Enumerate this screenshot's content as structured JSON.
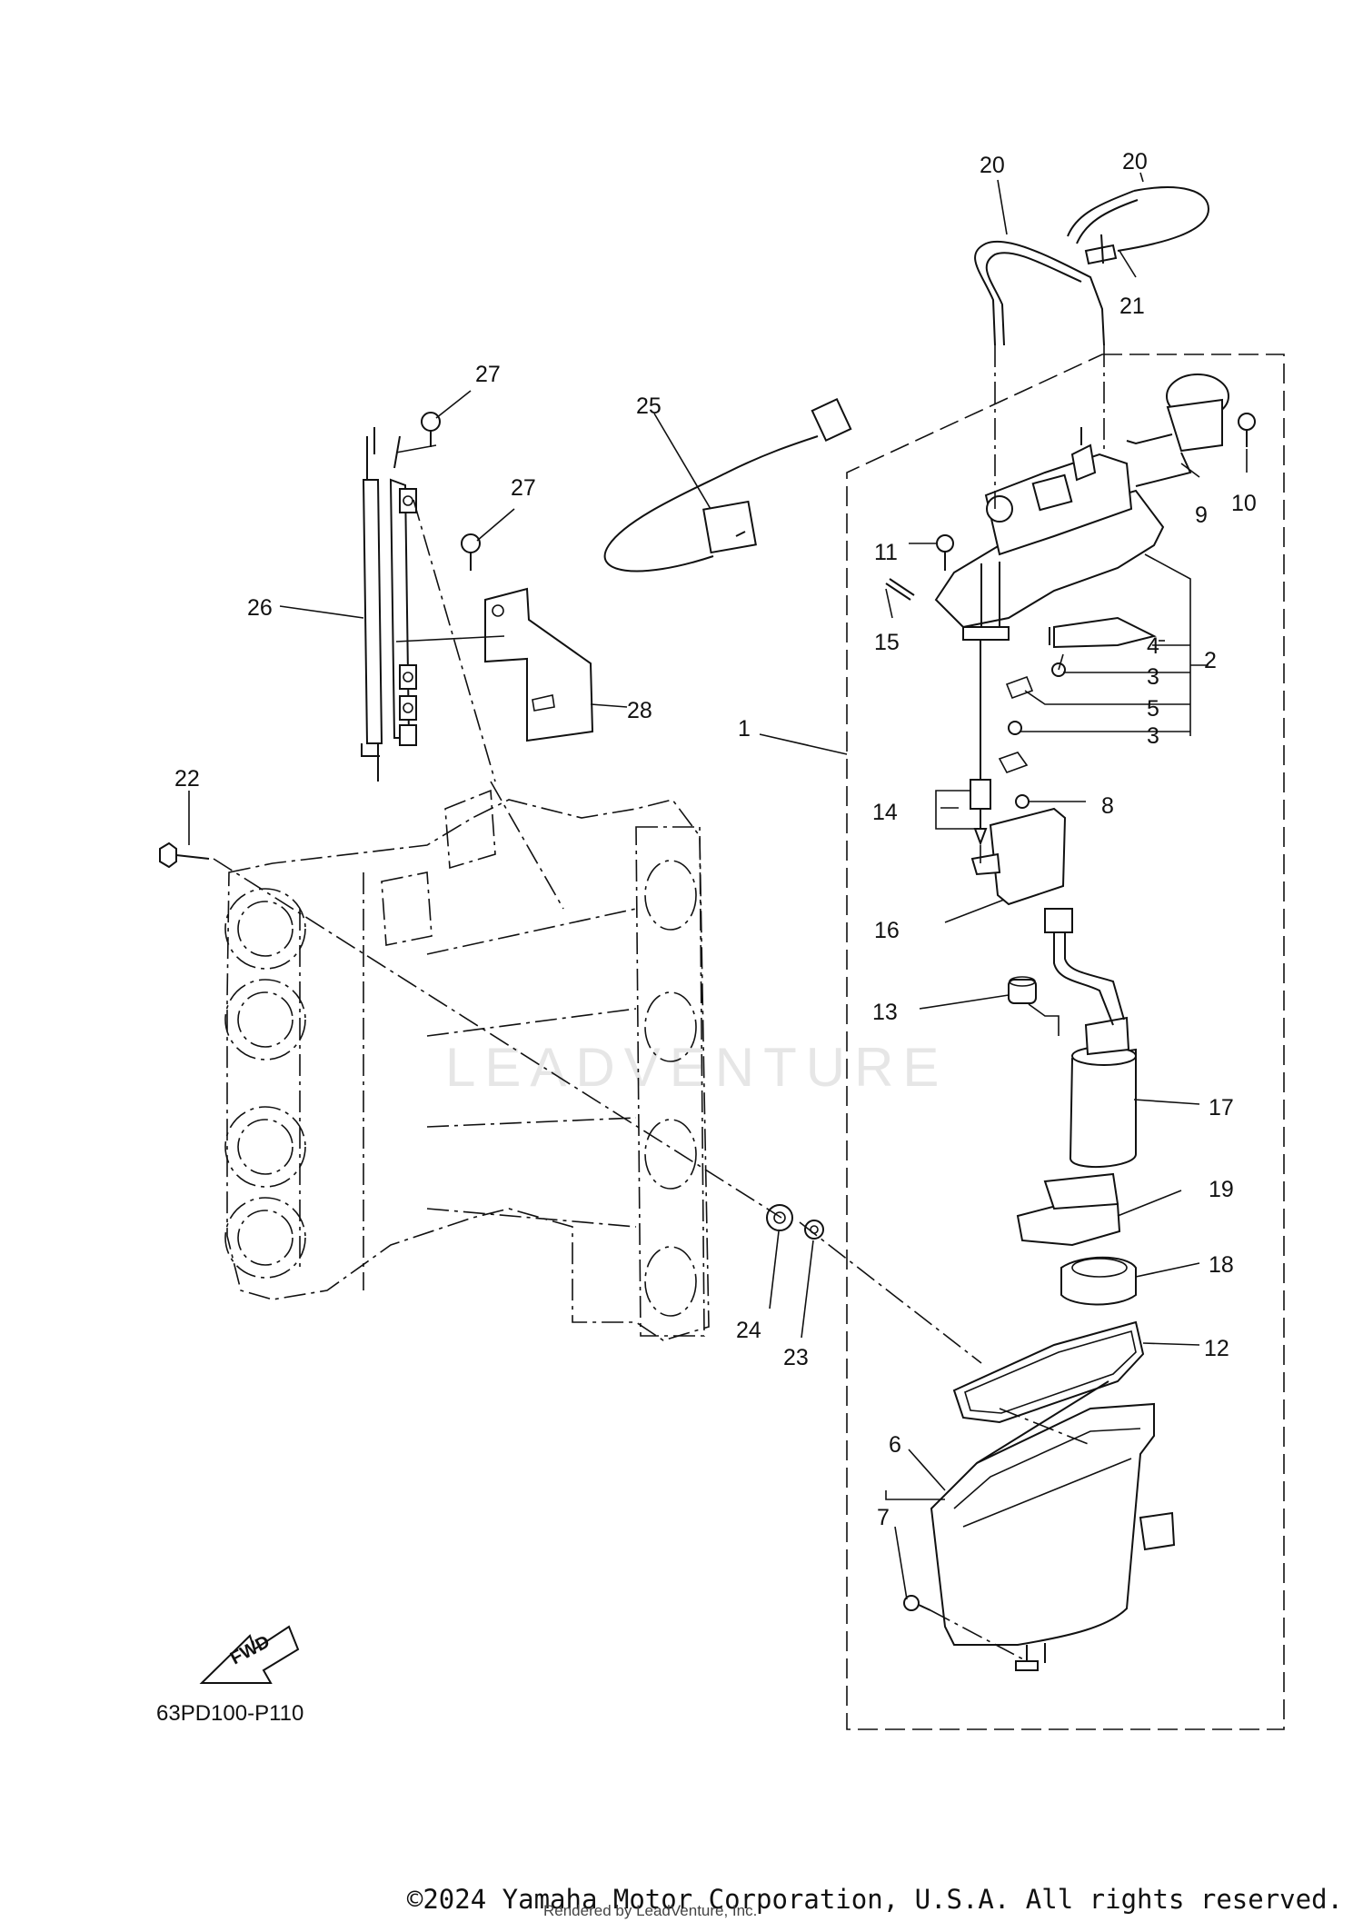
{
  "diagram_code": "63PD100-P110",
  "fwd_label": "FWD",
  "watermark": "LEADVENTURE",
  "copyright": "©2024 Yamaha Motor Corporation, U.S.A. All rights reserved.",
  "rendered_by": "Rendered by LeadVenture, Inc.",
  "callouts": {
    "c1": "1",
    "c2": "2",
    "c3a": "3",
    "c3b": "3",
    "c4": "4",
    "c5": "5",
    "c6": "6",
    "c7": "7",
    "c8": "8",
    "c9": "9",
    "c10": "10",
    "c11": "11",
    "c12": "12",
    "c13": "13",
    "c14": "14",
    "c15": "15",
    "c16": "16",
    "c17": "17",
    "c18": "18",
    "c19": "19",
    "c20a": "20",
    "c20b": "20",
    "c21": "21",
    "c22": "22",
    "c23": "23",
    "c24": "24",
    "c25": "25",
    "c26": "26",
    "c27a": "27",
    "c27b": "27",
    "c28": "28"
  }
}
